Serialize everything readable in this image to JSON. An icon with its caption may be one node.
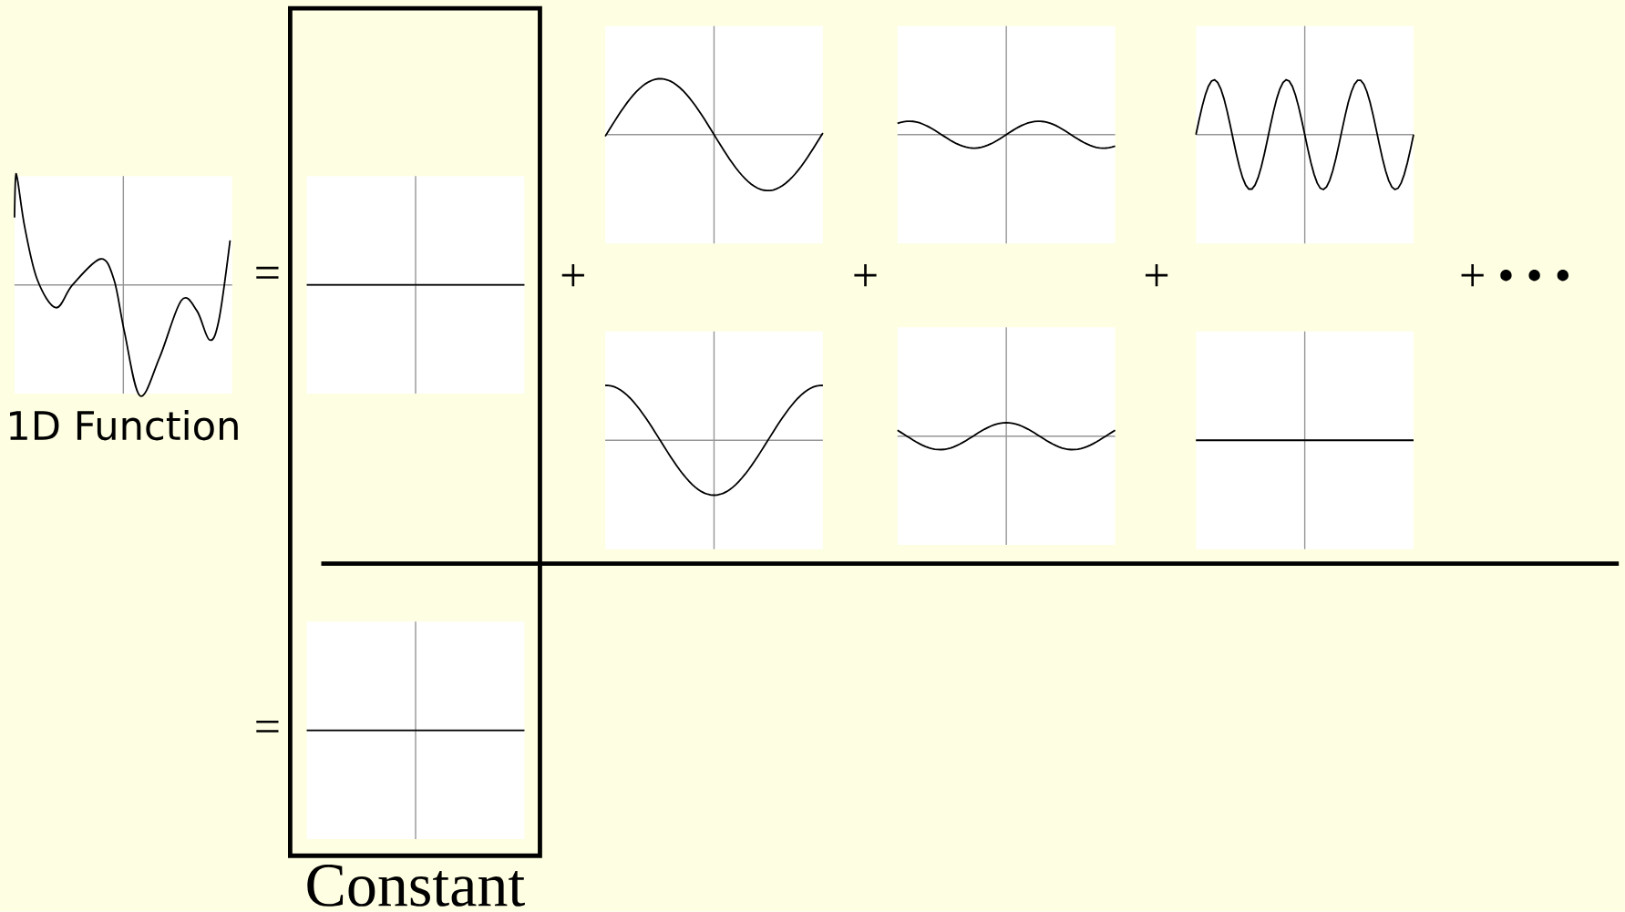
{
  "diagram": {
    "nodes": [
      {
        "text": [
          "1D Function"
        ]
      },
      {
        "text": [
          "Constant"
        ]
      },
      {
        "text": [],
        "shape": "picture",
        "in": 1
      },
      {
        "text": [],
        "shape": "picture"
      },
      {
        "text": [],
        "shape": "picture"
      },
      {
        "text": [],
        "shape": "picture"
      },
      {
        "text": [],
        "shape": "picture"
      },
      {
        "text": [],
        "shape": "picture"
      },
      {
        "text": [],
        "shape": "picture"
      },
      {
        "text": [],
        "shape": "picture",
        "in": 1
      }
    ],
    "labels": [
      "=",
      "+",
      "+",
      "+",
      "+ • • •",
      "="
    ]
  }
}
